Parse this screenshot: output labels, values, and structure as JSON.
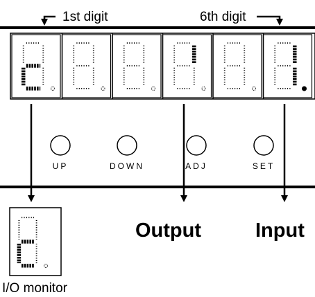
{
  "labels": {
    "first_digit": "1st digit",
    "sixth_digit": "6th digit",
    "io_monitor": "I/O monitor",
    "output": "Output",
    "input": "Input"
  },
  "buttons": [
    "UP",
    "DOWN",
    "ADJ",
    "SET"
  ],
  "digits": [
    {
      "lit": [
        "d",
        "e",
        "g"
      ],
      "dot": false
    },
    {
      "lit": [],
      "dot": false
    },
    {
      "lit": [],
      "dot": false
    },
    {
      "lit": [
        "b"
      ],
      "dot": false
    },
    {
      "lit": [],
      "dot": false
    },
    {
      "lit": [
        "b",
        "c"
      ],
      "dot": true
    }
  ],
  "monitor_digit": {
    "lit": [
      "d",
      "e",
      "g"
    ],
    "dot": false
  },
  "colors": {
    "lit": "#000000",
    "unlit": "#000000",
    "frame": "#000000"
  }
}
